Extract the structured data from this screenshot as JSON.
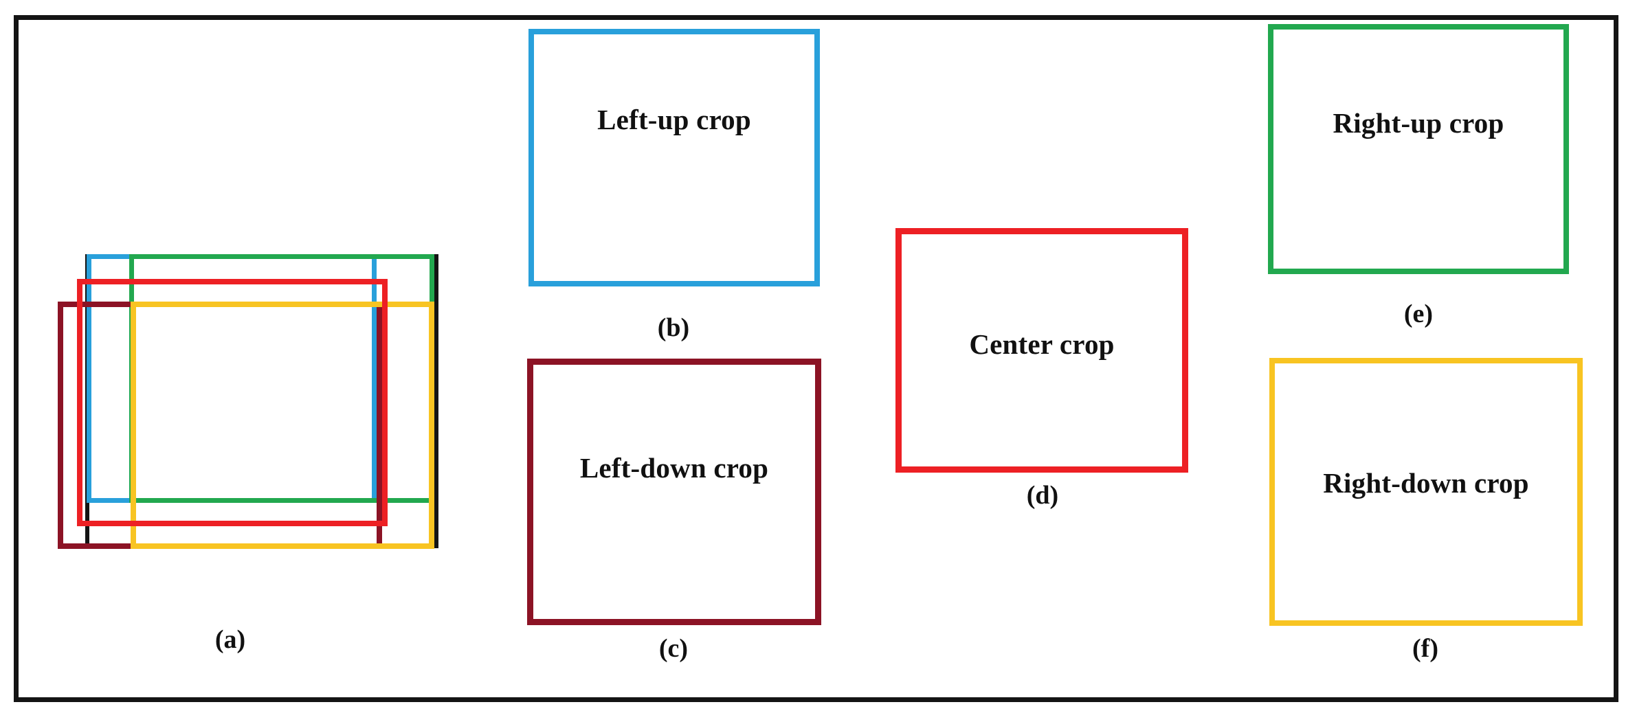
{
  "figure": {
    "title": "Multi-crop data augmentation illustration",
    "background_color": "#ffffff",
    "frame_color": "#141414",
    "text_color": "#111111"
  },
  "colors": {
    "blue": "#29A0DB",
    "dark_red": "#8C1325",
    "red": "#ED2024",
    "green": "#22A84F",
    "yellow": "#F8C422",
    "black": "#141414"
  },
  "panels": [
    {
      "id": "a",
      "caption": "(a)",
      "label": "",
      "role": "overlay-composite",
      "color": "#141414"
    },
    {
      "id": "b",
      "caption": "(b)",
      "label": "Left-up crop",
      "role": "crop",
      "color": "#29A0DB"
    },
    {
      "id": "c",
      "caption": "(c)",
      "label": "Left-down crop",
      "role": "crop",
      "color": "#8C1325"
    },
    {
      "id": "d",
      "caption": "(d)",
      "label": "Center crop",
      "role": "crop",
      "color": "#ED2024"
    },
    {
      "id": "e",
      "caption": "(e)",
      "label": "Right-up crop",
      "role": "crop",
      "color": "#22A84F"
    },
    {
      "id": "f",
      "caption": "(f)",
      "label": "Right-down crop",
      "role": "crop",
      "color": "#F8C422"
    }
  ],
  "overlay": {
    "description": "Panel (a) shows all five crop windows overlaid on the original image outline",
    "rects": [
      {
        "name": "original-image-outline",
        "color": "#141414"
      },
      {
        "name": "left-up-crop-outline",
        "color": "#29A0DB"
      },
      {
        "name": "right-up-crop-outline",
        "color": "#22A84F"
      },
      {
        "name": "left-down-crop-outline",
        "color": "#8C1325"
      },
      {
        "name": "right-down-crop-outline",
        "color": "#F8C422"
      },
      {
        "name": "center-crop-outline",
        "color": "#ED2024"
      }
    ]
  }
}
